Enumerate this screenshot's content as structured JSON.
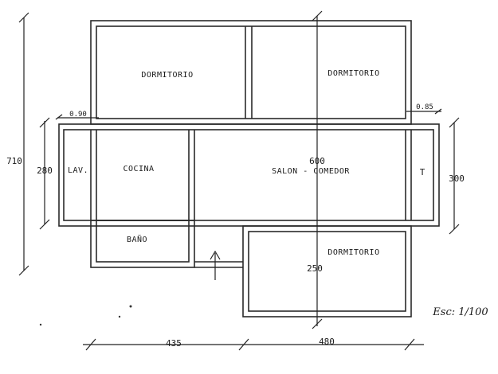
{
  "rooms": {
    "dorm_top_left": "DORMITORIO",
    "dorm_top_right": "DORMITORIO",
    "lavadero": "LAV.",
    "cocina": "COCINA",
    "salon": "SALON - COMEDOR",
    "terraza": "T",
    "bano": "BAÑO",
    "dorm_bottom": "DORMITORIO"
  },
  "dimensions": {
    "total_height": "710",
    "left_height": "280",
    "right_height": "300",
    "salon_width": "600",
    "dorm_bottom_height": "250",
    "bottom_left": "435",
    "bottom_right": "480",
    "wall_left": "0.90",
    "wall_right": "0.85"
  },
  "scale": "Esc: 1/100"
}
